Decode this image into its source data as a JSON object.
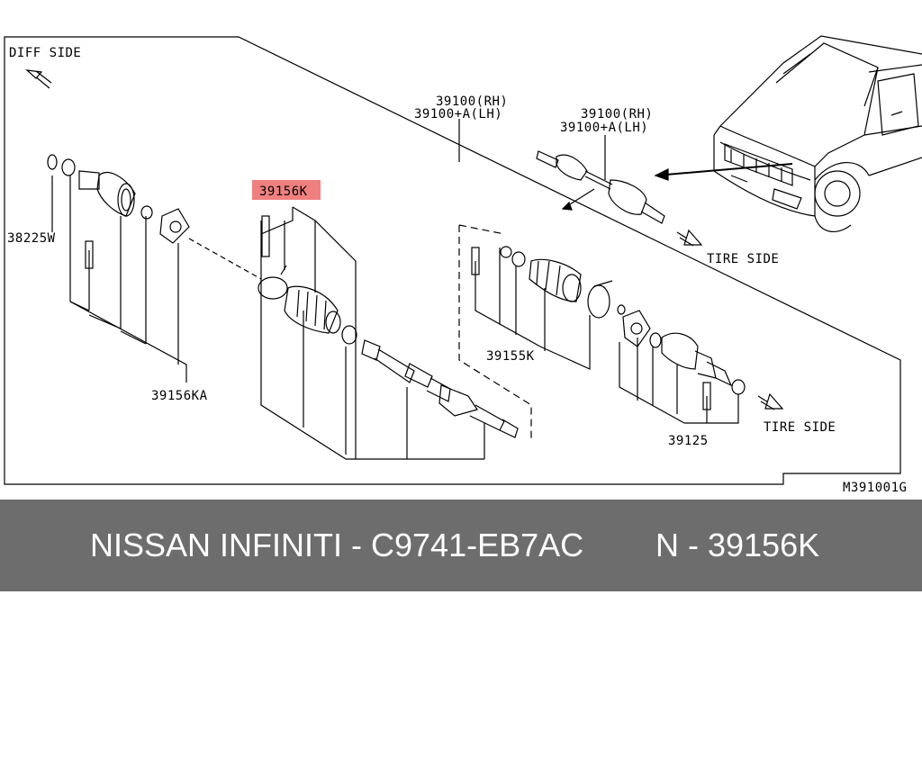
{
  "diagram": {
    "diff_side": "DIFF SIDE",
    "tire_side_upper": "TIRE SIDE",
    "tire_side_lower": "TIRE SIDE",
    "assy_label_main": [
      "39100(RH)",
      "39100+A(LH)"
    ],
    "assy_label_small": [
      "39100(RH)",
      "39100+A(LH)"
    ],
    "highlighted_part": "39156K",
    "parts": {
      "p38225w": "38225W",
      "p39156ka": "39156KA",
      "p39155k": "39155K",
      "p39125": "39125"
    },
    "figure_code": "M391001G",
    "highlight_color": "#f08080"
  },
  "footer": {
    "title": "NISSAN INFINITI - C9741-EB7AC",
    "part_ref": "N - 39156K"
  }
}
